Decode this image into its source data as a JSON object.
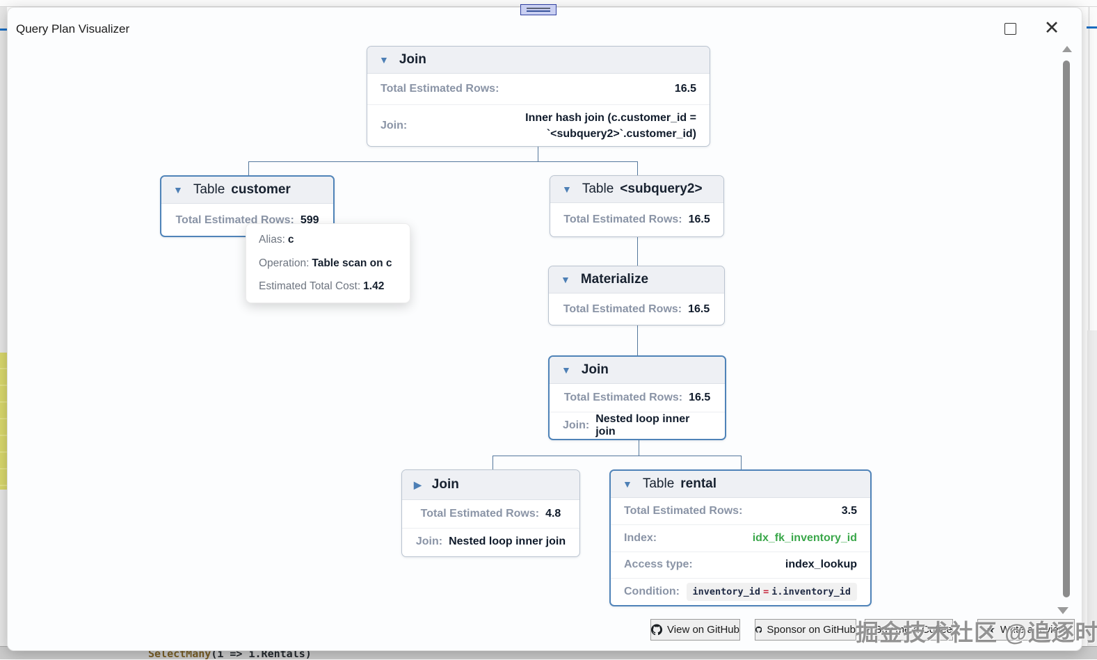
{
  "window": {
    "title": "Query Plan Visualizer"
  },
  "icons": {
    "collapse": "▼",
    "expand": "▶",
    "star": "★"
  },
  "plan": {
    "join_top": {
      "title": "Join",
      "rows_label": "Total Estimated Rows:",
      "rows_value": "16.5",
      "join_label": "Join:",
      "join_value": "Inner hash join (c.customer_id = `<subquery2>`.customer_id)"
    },
    "table_customer": {
      "prefix": "Table",
      "name": "customer",
      "rows_label": "Total Estimated Rows:",
      "rows_value": "599"
    },
    "table_subquery2": {
      "prefix": "Table",
      "name": "<subquery2>",
      "rows_label": "Total Estimated Rows:",
      "rows_value": "16.5"
    },
    "materialize": {
      "title": "Materialize",
      "rows_label": "Total Estimated Rows:",
      "rows_value": "16.5"
    },
    "join_middle": {
      "title": "Join",
      "rows_label": "Total Estimated Rows:",
      "rows_value": "16.5",
      "join_label": "Join:",
      "join_value": "Nested loop inner join"
    },
    "join_bottom": {
      "title": "Join",
      "rows_label": "Total Estimated Rows:",
      "rows_value": "4.8",
      "join_label": "Join:",
      "join_value": "Nested loop inner join"
    },
    "table_rental": {
      "prefix": "Table",
      "name": "rental",
      "rows_label": "Total Estimated Rows:",
      "rows_value": "3.5",
      "index_label": "Index:",
      "index_value": "idx_fk_inventory_id",
      "access_label": "Access type:",
      "access_value": "index_lookup",
      "condition_label": "Condition:",
      "condition_left": "inventory_id",
      "condition_op": "=",
      "condition_right": "i.inventory_id"
    }
  },
  "tooltip": {
    "alias_label": "Alias:",
    "alias_value": "c",
    "operation_label": "Operation:",
    "operation_value": "Table scan on c",
    "cost_label": "Estimated Total Cost:",
    "cost_value": "1.42"
  },
  "footer": {
    "view_github": "View on GitHub",
    "sponsor_github": "Sponsor on GitHub",
    "buy_coffee": "Buy me a Coffee",
    "write_review": "Write a review"
  },
  "watermark": "掘金技术社区 @追逐时光者",
  "editor_code": {
    "method": "SelectMany",
    "rest": "(i => i.Rentals)"
  },
  "colors": {
    "accent_blue": "#4f83b8",
    "index_green": "#3aa74a",
    "condition_red": "#c5283d",
    "connector": "#54779c"
  }
}
